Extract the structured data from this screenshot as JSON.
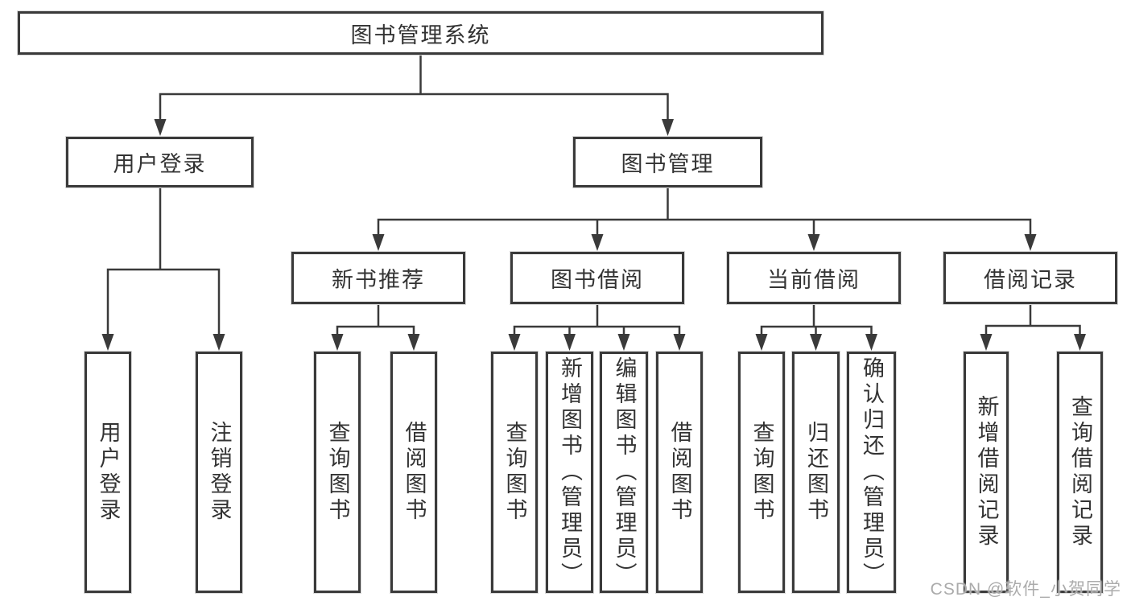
{
  "diagram": {
    "title": "图书管理系统",
    "root": {
      "label": "图书管理系统"
    },
    "branches": [
      {
        "label": "用户登录",
        "children": [
          {
            "label": "用户登录"
          },
          {
            "label": "注销登录"
          }
        ]
      },
      {
        "label": "图书管理",
        "children": [
          {
            "label": "新书推荐",
            "children": [
              {
                "label": "查询图书"
              },
              {
                "label": "借阅图书"
              }
            ]
          },
          {
            "label": "图书借阅",
            "children": [
              {
                "label": "查询图书"
              },
              {
                "label": "新增图书（管理员）"
              },
              {
                "label": "编辑图书（管理员）"
              },
              {
                "label": "借阅图书"
              }
            ]
          },
          {
            "label": "当前借阅",
            "children": [
              {
                "label": "查询图书"
              },
              {
                "label": "归还图书"
              },
              {
                "label": "确认归还（管理员）"
              }
            ]
          },
          {
            "label": "借阅记录",
            "children": [
              {
                "label": "新增借阅记录"
              },
              {
                "label": "查询借阅记录"
              }
            ]
          }
        ]
      }
    ]
  },
  "watermark": {
    "text": "CSDN @软件_小贺同学",
    "color": "#ababab"
  },
  "colors": {
    "line": "#3a3a3a",
    "text": "#333333",
    "background": "#ffffff"
  }
}
